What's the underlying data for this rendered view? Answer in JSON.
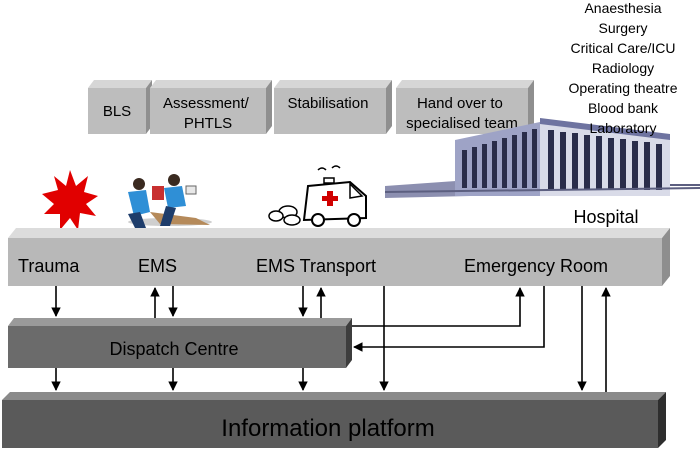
{
  "stages": [
    "BLS",
    "Assessment/\nPHTLS",
    "Stabilisation",
    "Hand over to\nspecialised team"
  ],
  "hospital_services": [
    "Anaesthesia",
    "Surgery",
    "Critical Care/ICU",
    "Radiology",
    "Operating theatre",
    "Blood bank",
    "Laboratory"
  ],
  "hospital_label": "Hospital",
  "chain_labels": [
    "Trauma",
    "EMS",
    "EMS Transport",
    "Emergency Room"
  ],
  "dispatch_label": "Dispatch Centre",
  "platform_label": "Information platform",
  "colors": {
    "stage_box": "#bdbdbd",
    "chain_bar": "#b8b8b8",
    "dispatch_bar": "#6b6b6b",
    "platform_bar": "#5a5a5a",
    "trauma_star": "#e10000",
    "arrow": "#000000"
  },
  "icons": [
    "trauma-star-icon",
    "paramedics-icon",
    "ambulance-icon",
    "hospital-building-icon"
  ]
}
